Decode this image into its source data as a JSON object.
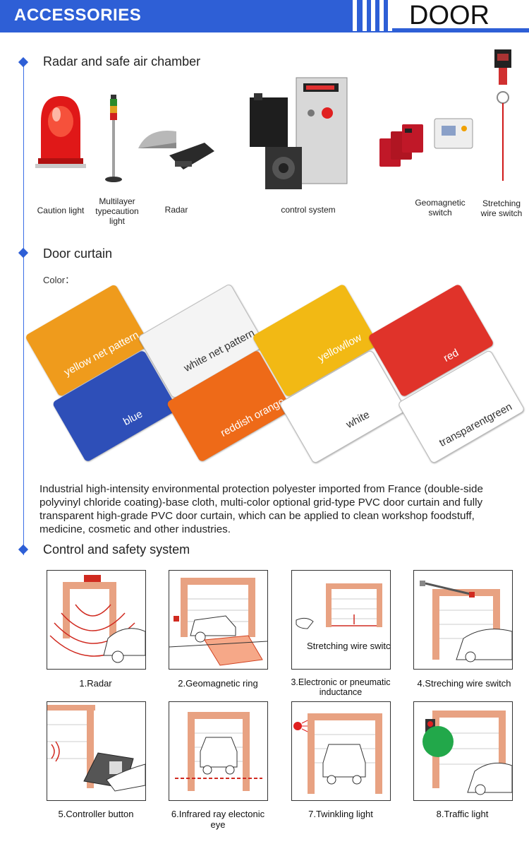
{
  "header": {
    "left_title": "ACCESSORIES",
    "right_title": "DOOR"
  },
  "sections": [
    {
      "title": "Radar and safe air chamber"
    },
    {
      "title": "Door curtain"
    },
    {
      "title": "Control and safety system"
    }
  ],
  "accessories": [
    {
      "label": "Caution light"
    },
    {
      "label": "Multilayer typecaution light"
    },
    {
      "label": "Radar"
    },
    {
      "label": "control system"
    },
    {
      "label": "Geomagnetic switch"
    },
    {
      "label": "Stretching wire switch"
    }
  ],
  "curtain": {
    "color_label": "Color：",
    "swatches": [
      {
        "name": "yellow net pattern",
        "color": "#ef9b1c"
      },
      {
        "name": "white net pattern",
        "color": "#f4f4f4"
      },
      {
        "name": "yellowllow",
        "color": "#f2b914"
      },
      {
        "name": "red",
        "color": "#e0332a"
      },
      {
        "name": "blue",
        "color": "#2e4fb8"
      },
      {
        "name": "reddish orange",
        "color": "#ee6a18"
      },
      {
        "name": "white",
        "color": "#ffffff"
      },
      {
        "name": "transparentgreen",
        "color": "#ffffff"
      }
    ],
    "description": "Industrial high-intensity environmental protection polyester imported from France (double-side polyvinyl chloride coating)-base cloth, multi-color optional grid-type PVC door curtain and fully transparent high-grade PVC door curtain, which can be applied to clean workshop foodstuff, medicine, cosmetic and other industries."
  },
  "control": {
    "panel3_inner_label": "Stretching wire switch",
    "items": [
      {
        "caption": "1.Radar"
      },
      {
        "caption": "2.Geomagnetic ring"
      },
      {
        "caption": "3.Electronic or pneumatic inductance"
      },
      {
        "caption": "4.Streching wire switch"
      },
      {
        "caption": "5.Controller button"
      },
      {
        "caption": "6.Infrared ray electonic eye"
      },
      {
        "caption": "7.Twinkling light"
      },
      {
        "caption": "8.Traffic light"
      }
    ]
  }
}
